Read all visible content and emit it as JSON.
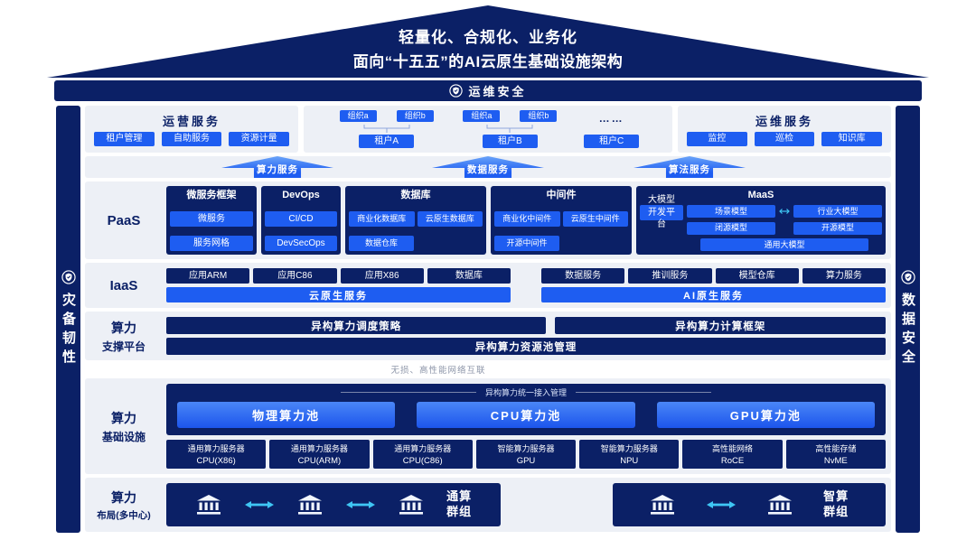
{
  "colors": {
    "navy": "#0B2066",
    "accent_blue": "#1E5DF1",
    "pool_blue": "#1C55EC",
    "cyan": "#3FC6F4",
    "panel_gray": "#EDF0F6",
    "background": "#FFFFFF"
  },
  "icons": {
    "shield": "shield-check-icon",
    "bank": "bank-building-icon",
    "flow_arrow": "bidirectional-arrow-icon",
    "service_arrow": "upward-service-arrow"
  },
  "roof": {
    "line1": "轻量化、合规化、业务化",
    "line2": "面向“十五五”的AI云原生基础设施架构"
  },
  "topbar": {
    "label": "运维安全"
  },
  "left_rail": {
    "label": "灾备韧性"
  },
  "right_rail": {
    "label": "数据安全"
  },
  "tenants_row": {
    "ops": {
      "title": "运营服务",
      "items": [
        "租户管理",
        "自助服务",
        "资源计量"
      ]
    },
    "center": {
      "groups": [
        {
          "orgs": [
            "组织a",
            "组织b"
          ],
          "tenant": "租户A"
        },
        {
          "orgs": [
            "组织a",
            "组织b"
          ],
          "tenant": "租户B"
        }
      ],
      "ellipsis": "……",
      "tenant_c": "租户C"
    },
    "om": {
      "title": "运维服务",
      "items": [
        "监控",
        "巡检",
        "知识库"
      ]
    }
  },
  "service_arrows": [
    "算力服务",
    "数据服务",
    "算法服务"
  ],
  "paas": {
    "label": "PaaS",
    "microservice": {
      "title": "微服务框架",
      "items": [
        "微服务",
        "服务网格"
      ]
    },
    "devops": {
      "title": "DevOps",
      "items": [
        "CI/CD",
        "DevSecOps"
      ]
    },
    "database": {
      "title": "数据库",
      "row1": [
        "商业化数据库",
        "云原生数据库"
      ],
      "row2": "数据仓库"
    },
    "middleware": {
      "title": "中间件",
      "row1": [
        "商业化中间件",
        "云原生中间件"
      ],
      "row2": "开源中间件"
    },
    "maas": {
      "title": "MaaS",
      "platform": "大模型开发平台",
      "chips": [
        "场景模型",
        "行业大模型",
        "闭源模型",
        "开源模型"
      ],
      "wide": "通用大模型"
    }
  },
  "iaas": {
    "label": "IaaS",
    "cloud_native": {
      "chips": [
        "应用ARM",
        "应用C86",
        "应用X86",
        "数据库"
      ],
      "bar": "云原生服务"
    },
    "ai_native": {
      "chips": [
        "数据服务",
        "推训服务",
        "模型仓库",
        "算力服务"
      ],
      "bar": "AI原生服务"
    }
  },
  "support": {
    "label_line1": "算力",
    "label_line2": "支撑平台",
    "bar_left": "异构算力调度策略",
    "bar_right": "异构算力计算框架",
    "bar_full": "异构算力资源池管理"
  },
  "network_note": "无损、高性能网络互联",
  "infra": {
    "label_line1": "算力",
    "label_line2": "基础设施",
    "access_title": "异构算力统一接入管理",
    "pools": [
      "物理算力池",
      "CPU算力池",
      "GPU算力池"
    ],
    "servers": [
      {
        "line1": "通用算力服务器",
        "line2": "CPU(X86)"
      },
      {
        "line1": "通用算力服务器",
        "line2": "CPU(ARM)"
      },
      {
        "line1": "通用算力服务器",
        "line2": "CPU(C86)"
      },
      {
        "line1": "智能算力服务器",
        "line2": "GPU"
      },
      {
        "line1": "智能算力服务器",
        "line2": "NPU"
      },
      {
        "line1": "高性能网络",
        "line2": "RoCE"
      },
      {
        "line1": "高性能存储",
        "line2": "NvME"
      }
    ]
  },
  "multicenter": {
    "label_line1": "算力",
    "label_line2": "布局(多中心)",
    "left_cluster": {
      "label_line1": "通算",
      "label_line2": "群组"
    },
    "right_cluster": {
      "label_line1": "智算",
      "label_line2": "群组"
    }
  }
}
